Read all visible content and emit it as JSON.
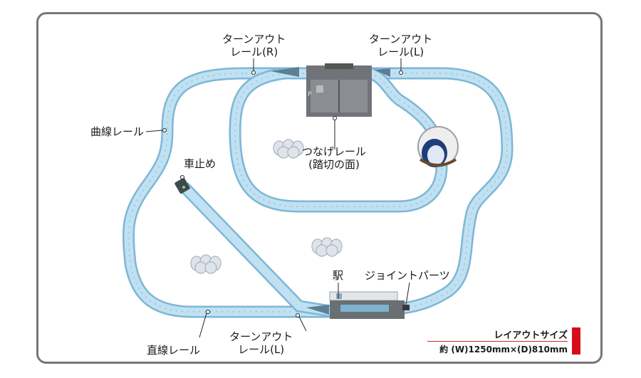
{
  "labels": {
    "turnout_r": [
      "ターンアウト",
      "レール(R)"
    ],
    "turnout_l_top": [
      "ターンアウト",
      "レール(L)"
    ],
    "curved_rail": "曲線レール",
    "buffer_stop": "車止め",
    "connector_rail": [
      "つなげレール",
      "(踏切の面)"
    ],
    "station": "駅",
    "joint_parts": "ジョイントパーツ",
    "straight_rail": "直線レール",
    "turnout_l_bottom": [
      "ターンアウト",
      "レール(L)"
    ]
  },
  "layout_size": {
    "title": "レイアウトサイズ",
    "value": "約 (W)1250mm×(D)810mm"
  },
  "colors": {
    "rail": "#a9d3ea",
    "rail_edge": "#7fb6d6",
    "accent_red": "#d50f1a",
    "frame": "#777777"
  }
}
